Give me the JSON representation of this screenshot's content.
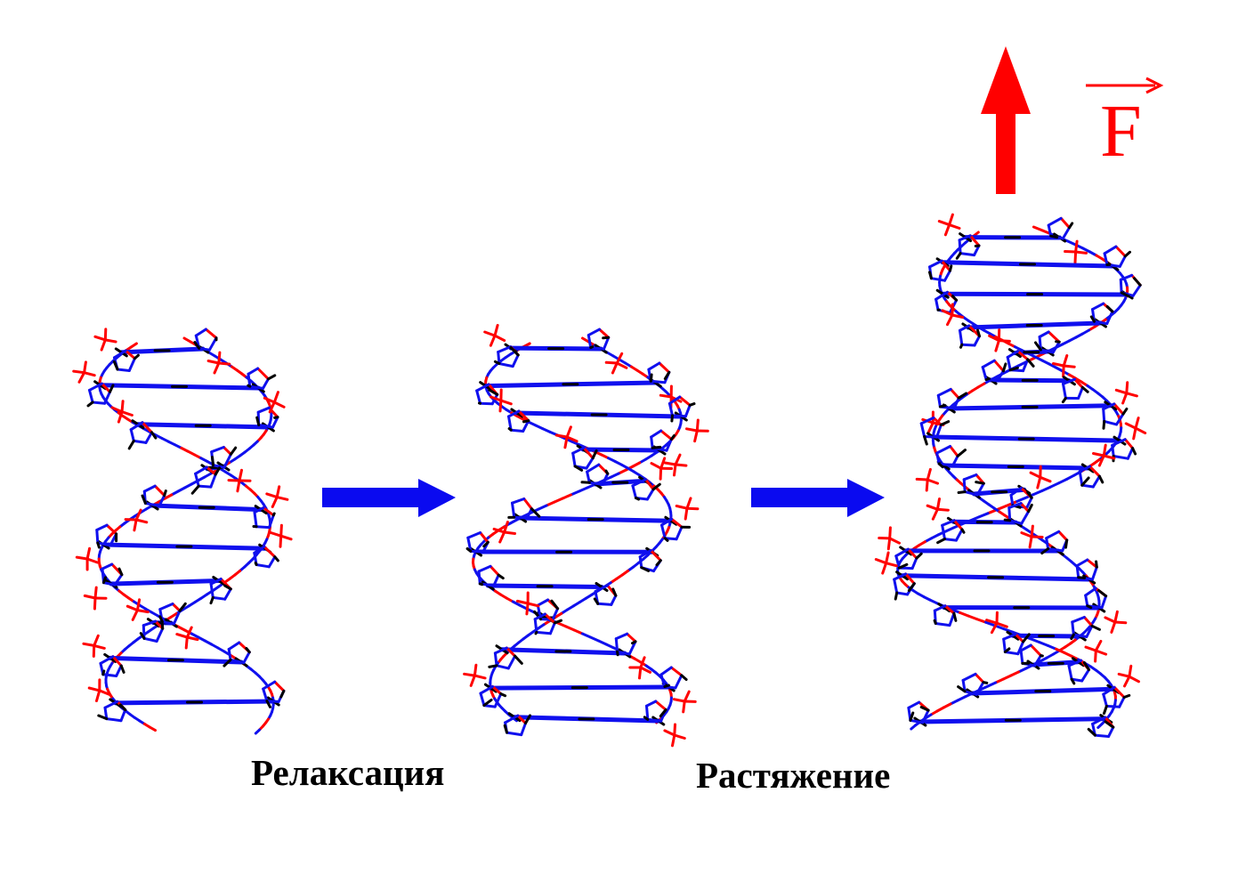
{
  "captions": {
    "relaxation": "Релаксация",
    "stretching": "Растяжение"
  },
  "force": {
    "symbol": "F",
    "vector_marker": "arrow-over"
  },
  "stages": [
    {
      "id": "stage-initial-helix",
      "description": "initial DNA double helix"
    },
    {
      "id": "stage-relaxed-helix",
      "description": "relaxed DNA double helix"
    },
    {
      "id": "stage-stretched-helix",
      "description": "stretched DNA double helix"
    }
  ],
  "colors": {
    "backbone": "#1010ee",
    "oxygen": "#ff0000",
    "hydrogen": "#000000",
    "process_arrow": "#0a0af0",
    "force_arrow": "#ff0000",
    "caption_text": "#000000"
  }
}
